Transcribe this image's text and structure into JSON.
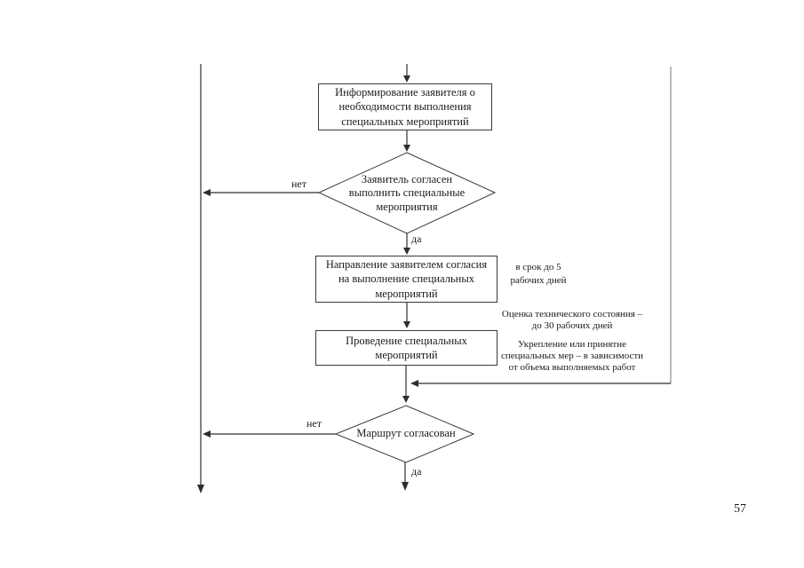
{
  "page": {
    "number": "57"
  },
  "flowchart": {
    "edge_labels": {
      "no": "нет",
      "yes": "да"
    },
    "nodes": {
      "inform": "Информирование заявителя о\nнеобходимости выполнения\nспециальных мероприятий",
      "applicant_agrees": "Заявитель согласен\nвыполнить специальные\nмероприятия",
      "consent_sent": "Направление заявителем согласия\nна выполнение специальных\nмероприятий",
      "carry_out": "Проведение специальных\nмероприятий",
      "route_agreed": "Маршрут согласован"
    },
    "annotations": {
      "deadline": "в срок до 5\nрабочих дней",
      "assessment": "Оценка технического состояния –\nдо 30 рабочих дней",
      "reinforcement": "Укрепление или принятие\nспециальных мер – в зависимости\nот объема выполняемых работ"
    }
  }
}
